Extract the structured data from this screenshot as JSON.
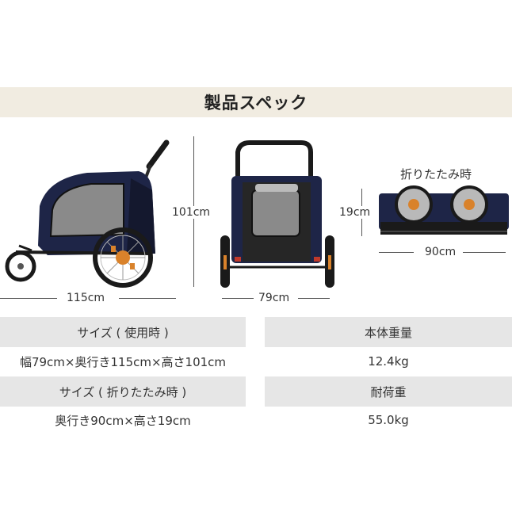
{
  "title": "製品スペック",
  "dimensions": {
    "side_length": "115cm",
    "side_height": "101cm",
    "front_width": "79cm",
    "folded_label": "折りたたみ時",
    "folded_height": "19cm",
    "folded_length": "90cm"
  },
  "specs": [
    {
      "label": "サイズ ( 使用時 )",
      "value": "幅79cm×奥行き115cm×高さ101cm"
    },
    {
      "label": "本体重量",
      "value": "12.4kg"
    },
    {
      "label": "サイズ ( 折りたたみ時 )",
      "value": "奥行き90cm×高さ19cm"
    },
    {
      "label": "耐荷重",
      "value": "55.0kg"
    }
  ],
  "colors": {
    "navy": "#1e2547",
    "mesh": "#8a8a8a",
    "frame": "#1a1a1a",
    "accent_orange": "#d9822b",
    "title_bg": "#f1ece1",
    "table_head_bg": "#e6e6e6"
  }
}
